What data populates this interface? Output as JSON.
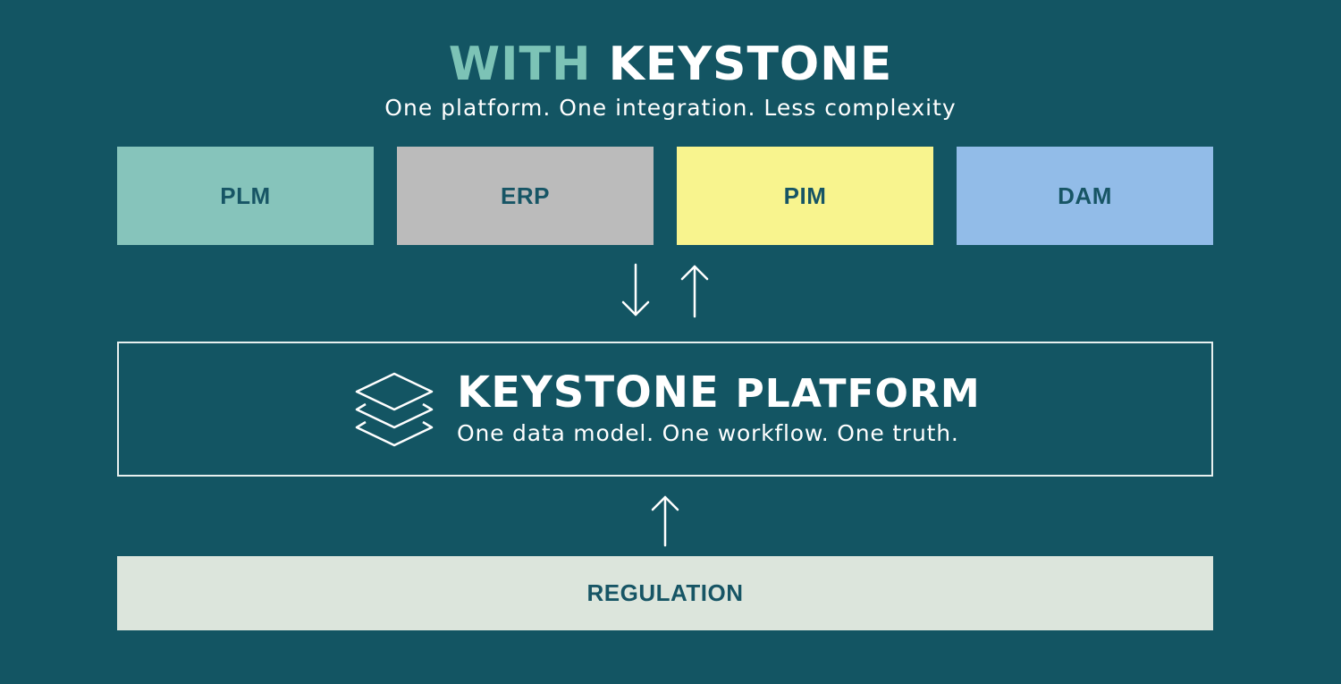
{
  "header": {
    "title_prefix": "WITH",
    "title_brand": "KEYSTONE",
    "subtitle": "One platform. One integration. Less complexity"
  },
  "systems": [
    {
      "label": "PLM",
      "color": "#86c4bb"
    },
    {
      "label": "ERP",
      "color": "#bbbbbb"
    },
    {
      "label": "PIM",
      "color": "#f8f48e"
    },
    {
      "label": "DAM",
      "color": "#92bce8"
    }
  ],
  "platform": {
    "title_brand": "KEYSTONE",
    "title_suffix": "PLATFORM",
    "subtitle": "One data model. One workflow. One truth.",
    "icon": "layers-icon"
  },
  "regulation": {
    "label": "REGULATION",
    "color": "#dce5dc"
  },
  "colors": {
    "background": "#135563",
    "accent": "#7cc3b6",
    "box_text": "#175565"
  }
}
